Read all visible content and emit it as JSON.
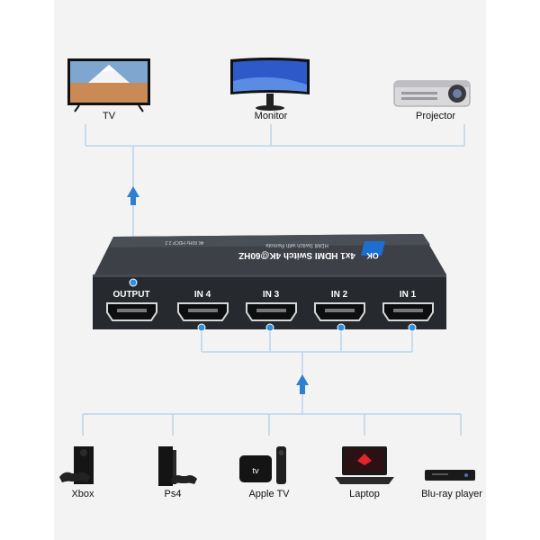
{
  "outputs": [
    {
      "label": "TV",
      "icon": "tv-icon"
    },
    {
      "label": "Monitor",
      "icon": "monitor-icon"
    },
    {
      "label": "Projector",
      "icon": "projector-icon"
    }
  ],
  "device": {
    "title": "4x1 HDMI Switch 4K@60HZ",
    "subtitle": "HDMI Switch with Remote",
    "small_text": "4K 60Hz HDCP 2.2",
    "logo_text": "OK",
    "ports": [
      "OUTPUT",
      "IN 4",
      "IN 3",
      "IN 2",
      "IN 1"
    ]
  },
  "inputs": [
    {
      "label": "Xbox",
      "icon": "xbox-icon"
    },
    {
      "label": "Ps4",
      "icon": "ps4-icon"
    },
    {
      "label": "Apple TV",
      "icon": "apple-tv-icon"
    },
    {
      "label": "Laptop",
      "icon": "laptop-icon"
    },
    {
      "label": "Blu-ray player",
      "icon": "bluray-player-icon"
    }
  ],
  "colors": {
    "line": "#b9d4ea",
    "arrow": "#2f7fd1",
    "dot": "#2f8fe0",
    "device": "#2b2e33",
    "accent": "#1d6fcf"
  }
}
